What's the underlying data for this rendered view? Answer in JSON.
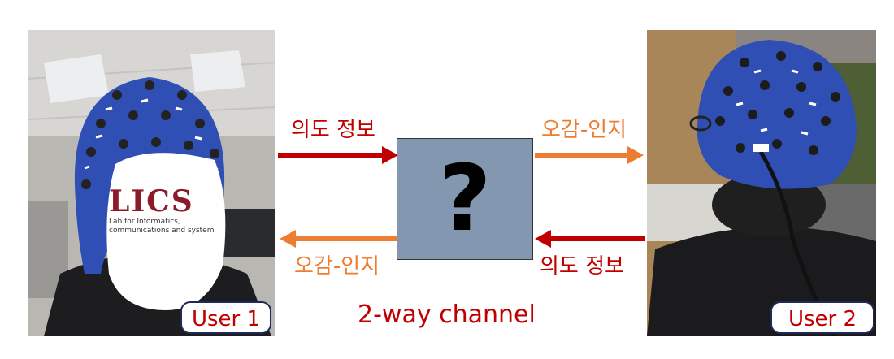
{
  "users": {
    "left_label": "User 1",
    "right_label": "User 2"
  },
  "logo": {
    "mark": "LICS",
    "subtitle_line1": "Lab for Informatics,",
    "subtitle_line2": "communications and system"
  },
  "arrows": {
    "top_left_label": "의도 정보",
    "top_right_label": "오감-인지",
    "bottom_left_label": "오감-인지",
    "bottom_right_label": "의도 정보"
  },
  "center": {
    "symbol": "?",
    "caption": "2-way channel"
  },
  "colors": {
    "intent_arrow": "#c00000",
    "sense_arrow": "#ed7d31",
    "box_fill": "#8497b0",
    "cap_blue": "#2f4fb5"
  },
  "icons": [
    "eeg-cap-photo-front",
    "eeg-cap-photo-back"
  ]
}
